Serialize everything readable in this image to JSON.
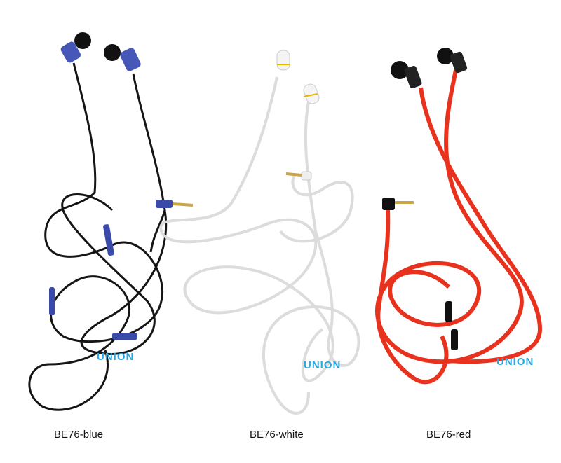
{
  "products": [
    {
      "label": "BE76-blue",
      "cable_color": "#1a1a1a",
      "accent_color": "#3a4aa8"
    },
    {
      "label": "BE76-white",
      "cable_color": "#f2f2f2",
      "accent_color": "#e6b800"
    },
    {
      "label": "BE76-red",
      "cable_color": "#e8321e",
      "accent_color": "#111111"
    }
  ],
  "watermark": "UNION",
  "watermark_color": "#29a8e0"
}
